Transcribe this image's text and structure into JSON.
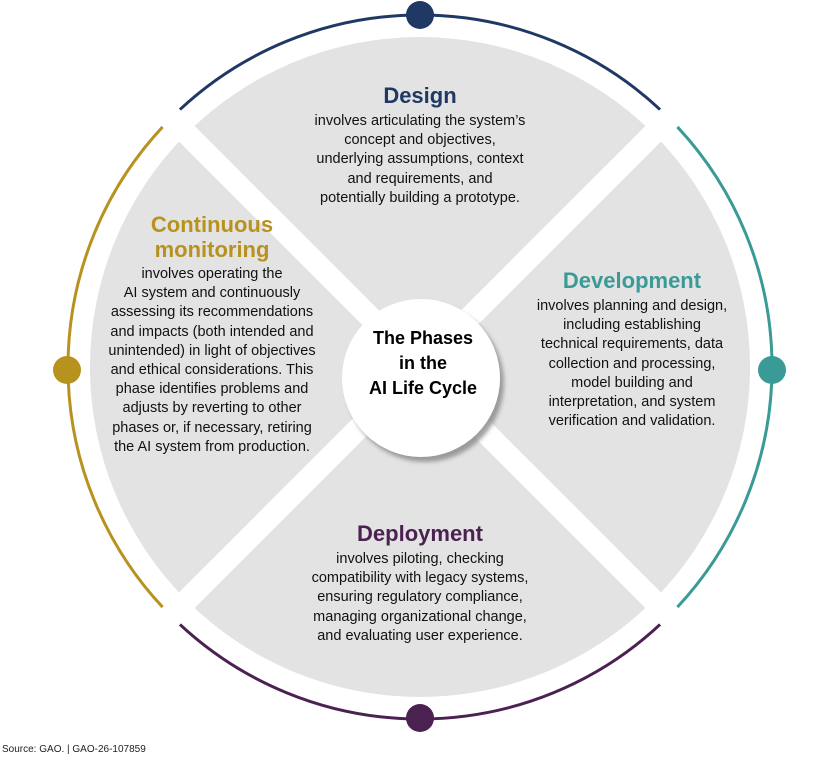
{
  "center_label": {
    "line1": "The Phases",
    "line2": "in the",
    "line3": "AI Life Cycle"
  },
  "phases": [
    {
      "title": "Design",
      "color": "#1f3864",
      "lines": [
        "involves articulating the system’s",
        "concept and objectives,",
        "underlying assumptions, context",
        "and requirements, and",
        "potentially building a prototype."
      ]
    },
    {
      "title": "Development",
      "color": "#3a9a96",
      "lines": [
        "involves planning and design,",
        "including establishing",
        "technical requirements, data",
        "collection and processing,",
        "model building and",
        "interpretation, and system",
        "verification and validation."
      ]
    },
    {
      "title": "Deployment",
      "color": "#4a2150",
      "lines": [
        "involves piloting, checking",
        "compatibility with legacy systems,",
        "ensuring regulatory compliance,",
        "managing organizational change,",
        "and evaluating user experience."
      ]
    },
    {
      "title_line1": "Continuous",
      "title_line2": "monitoring",
      "color": "#b8921f",
      "lines": [
        "involves operating the",
        "AI system and continuously",
        "assessing its recommendations",
        "and impacts (both intended and",
        "unintended) in light of objectives",
        "and ethical considerations. This",
        "phase identifies problems and",
        "adjusts by reverting to other",
        "phases or, if necessary, retiring",
        "the AI system from production."
      ]
    }
  ],
  "source": "Source: GAO.  |  GAO-26-107859"
}
